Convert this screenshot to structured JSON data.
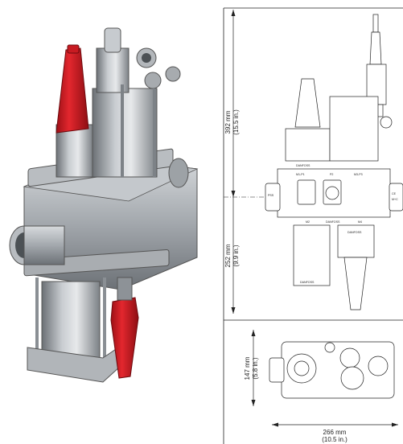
{
  "dimensions": {
    "top_height": {
      "mm": "392 mm",
      "in": "(15.5 in.)"
    },
    "bottom_height": {
      "mm": "252 mm",
      "in": "(9.9 in.)"
    },
    "plan_depth": {
      "mm": "147 mm",
      "in": "(5.8 in.)"
    },
    "plan_width": {
      "mm": "266 mm",
      "in": "(10.5 in.)"
    }
  },
  "drawing_labels": {
    "brand_upper": "DANFOSS",
    "m1_p1": "M1-P1",
    "p2": "P2",
    "m3_p3": "M3-P3",
    "m2": "M2",
    "brand_middle": "DANFOSS",
    "m4": "M4",
    "brand_lower": "DANFOSS",
    "brand_side": "DANFOSS",
    "port_left": "PSS",
    "port_right": "CE",
    "port_right_sub": "M+C"
  },
  "colors": {
    "valve_red": "#d91f26",
    "steel": "#a8acb0",
    "line": "#222222"
  }
}
